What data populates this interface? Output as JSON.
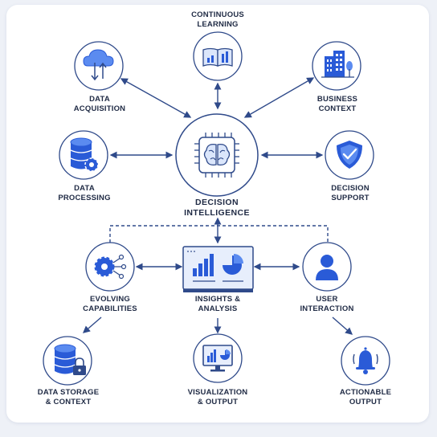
{
  "colors": {
    "accent": "#2a5bd7",
    "accent_light": "#5b8bf0",
    "accent_fill": "#dbe6fb",
    "outline": "#2f4a8a",
    "text": "#1f2a44"
  },
  "nodes": {
    "continuous_learning": {
      "line1": "CONTINUOUS",
      "line2": "LEARNING",
      "icon": "book-chart-icon"
    },
    "data_acquisition": {
      "line1": "DATA",
      "line2": "ACQUISITION",
      "icon": "cloud-transfer-icon"
    },
    "business_context": {
      "line1": "BUSINESS",
      "line2": "CONTEXT",
      "icon": "buildings-icon"
    },
    "data_processing": {
      "line1": "DATA",
      "line2": "PROCESSING",
      "icon": "database-gear-icon"
    },
    "decision_intelligence": {
      "line1": "DECISION",
      "line2": "INTELLIGENCE",
      "icon": "brain-chip-icon"
    },
    "decision_support": {
      "line1": "DECISION",
      "line2": "SUPPORT",
      "icon": "shield-check-icon"
    },
    "evolving_capabilities": {
      "line1": "EVOLVING",
      "line2": "CAPABILITIES",
      "icon": "gear-network-icon"
    },
    "insights_analysis": {
      "line1": "INSIGHTS &",
      "line2": "ANALYSIS",
      "icon": "dashboard-icon"
    },
    "user_interaction": {
      "line1": "USER",
      "line2": "INTERACTION",
      "icon": "user-icon"
    },
    "data_storage": {
      "line1": "DATA STORAGE",
      "line2": "& CONTEXT",
      "icon": "database-lock-icon"
    },
    "visualization": {
      "line1": "VISUALIZATION",
      "line2": "& OUTPUT",
      "icon": "monitor-chart-icon"
    },
    "actionable_output": {
      "line1": "ACTIONABLE",
      "line2": "OUTPUT",
      "icon": "bell-icon"
    }
  }
}
